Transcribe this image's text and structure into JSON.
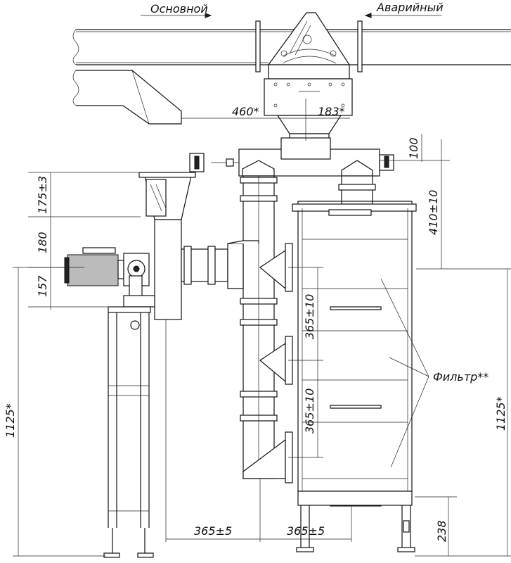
{
  "labels": {
    "main_line": "Основной",
    "emergency_line": "Аварийный",
    "filter": "Фильтр**"
  },
  "dimensions": {
    "d_460": "460*",
    "d_183": "183*",
    "d_100": "100",
    "d_175": "175±3",
    "d_180": "180",
    "d_157": "157",
    "d_410": "410±10",
    "d_365_upper": "365±10",
    "d_365_lower": "365±10",
    "d_1125_left": "1125*",
    "d_1125_right": "1125*",
    "d_365_5_left": "365±5",
    "d_365_5_right": "365±5",
    "d_238": "238"
  }
}
